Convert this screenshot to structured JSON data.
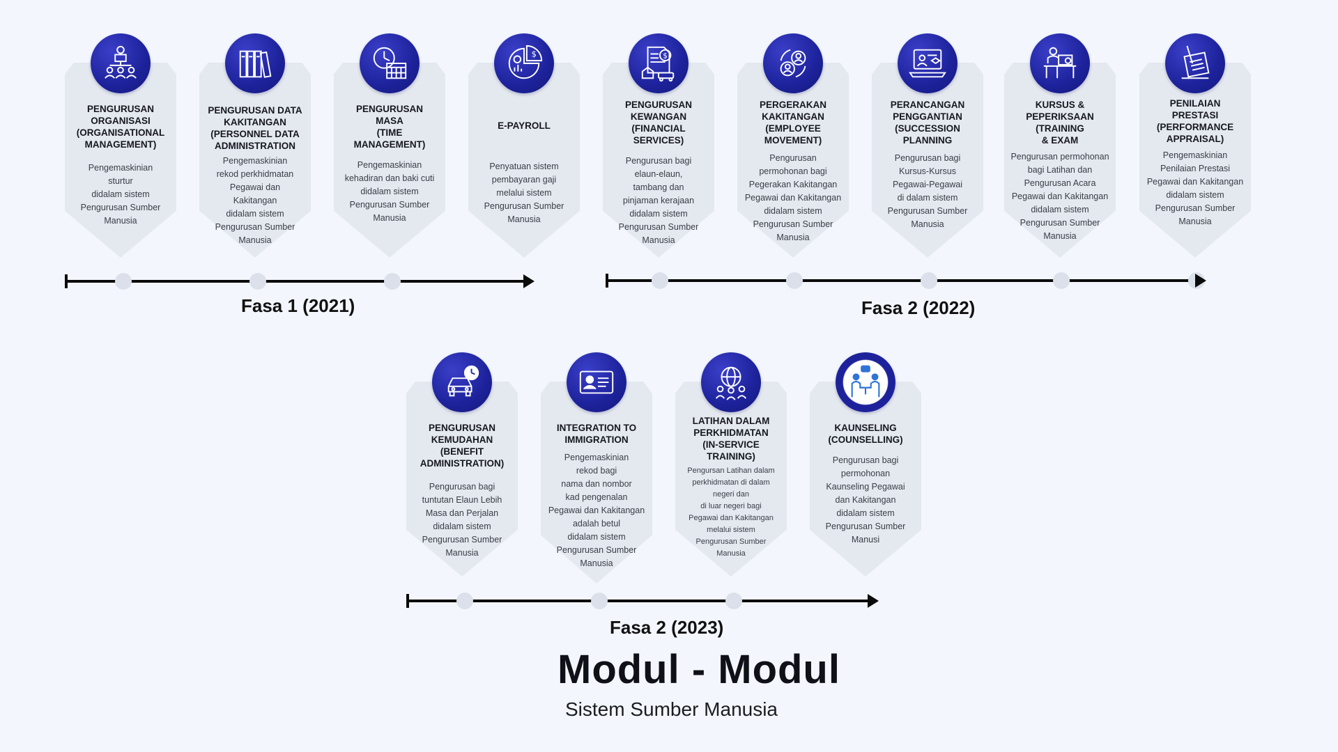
{
  "title": "Modul - Modul",
  "subtitle": "Sistem Sumber Manusia",
  "phases": [
    {
      "label": "Fasa 1 (2021)"
    },
    {
      "label": "Fasa 2 (2022)"
    },
    {
      "label": "Fasa 2 (2023)"
    }
  ],
  "modules": [
    {
      "icon": "organization-chart-icon",
      "title": "PENGURUSAN\nORGANISASI\n(ORGANISATIONAL\nMANAGEMENT)",
      "desc": "Pengemaskinian\nsturtur\ndidalam sistem\nPengurusan Sumber\nManusia"
    },
    {
      "icon": "binders-icon",
      "title": "PENGURUSAN DATA\nKAKITANGAN\n(PERSONNEL DATA\nADMINISTRATION",
      "desc": "Pengemaskinian\nrekod perkhidmatan\nPegawai dan\nKakitangan\ndidalam sistem\nPengurusan Sumber\nManusia"
    },
    {
      "icon": "clock-calendar-icon",
      "title": "PENGURUSAN\nMASA\n(TIME\nMANAGEMENT)",
      "desc": "Pengemaskinian\nkehadiran dan baki cuti\ndidalam sistem\nPengurusan Sumber\nManusia"
    },
    {
      "icon": "payroll-chart-icon",
      "title": "E-PAYROLL",
      "desc": "Penyatuan sistem\npembayaran gaji\nmelalui sistem\nPengurusan Sumber\nManusia"
    },
    {
      "icon": "finance-document-icon",
      "title": "PENGURUSAN\nKEWANGAN\n(FINANCIAL\nSERVICES)",
      "desc": "Pengurusan bagi\nelaun-elaun,\ntambang dan\npinjaman kerajaan\ndidalam sistem\nPengurusan Sumber\nManusia"
    },
    {
      "icon": "employee-exchange-icon",
      "title": "PERGERAKAN\nKAKITANGAN\n(EMPLOYEE\nMOVEMENT)",
      "desc": "Pengurusan\npermohonan bagi\nPegerakan Kakitangan\nPegawai dan Kakitangan\ndidalam sistem\nPengurusan Sumber\nManusia"
    },
    {
      "icon": "laptop-teacher-icon",
      "title": "PERANCANGAN\nPENGGANTIAN\n(SUCCESSION\nPLANNING",
      "desc": "Pengurusan bagi\nKursus-Kursus\nPegawai-Pegawai\ndi dalam sistem\nPengurusan Sumber\nManusia"
    },
    {
      "icon": "classroom-exam-icon",
      "title": "KURSUS &\nPEPERIKSAAN\n(TRAINING\n& EXAM",
      "desc": "Pengurusan permohonan\nbagi Latihan dan\nPengurusan Acara\nPegawai dan Kakitangan\ndidalam sistem\nPengurusan Sumber\nManusia"
    },
    {
      "icon": "appraisal-clipboard-icon",
      "title": "PENILAIAN\nPRESTASI\n(PERFORMANCE\nAPPRAISAL)",
      "desc": "Pengemaskinian\nPenilaian Prestasi\nPegawai dan Kakitangan\ndidalam sistem\nPengurusan Sumber\nManusia"
    },
    {
      "icon": "car-clock-icon",
      "title": "PENGURUSAN\nKEMUDAHAN\n(BENEFIT\nADMINISTRATION)",
      "desc": "Pengurusan bagi\ntuntutan Elaun Lebih\nMasa dan Perjalan\ndidalam sistem\nPengurusan Sumber\nManusia"
    },
    {
      "icon": "id-card-icon",
      "title": "INTEGRATION TO\nIMMIGRATION",
      "desc": "Pengemaskinian\nrekod bagi\nnama dan nombor\nkad pengenalan\nPegawai dan Kakitangan\nadalah betul\ndidalam sistem\nPengurusan Sumber\nManusia"
    },
    {
      "icon": "global-network-icon",
      "title": "LATIHAN DALAM\nPERKHIDMATAN\n(IN-SERVICE\nTRAINING)",
      "desc": "Pengursan Latihan dalam\nperkhidmatan di dalam\nnegeri dan\ndi luar negeri bagi\nPegawai dan Kakitangan\nmelalui sistem\nPengurusan Sumber\nManusia"
    },
    {
      "icon": "counselling-icon",
      "title": "KAUNSELING\n(COUNSELLING)",
      "desc": "Pengurusan bagi\npermohonan\nKaunseling Pegawai\ndan Kakitangan\ndidalam sistem\nPengurusan Sumber\nManusi"
    }
  ],
  "colors": {
    "icon_circle": "#1d229b",
    "card": "#e4e8ef",
    "background": "#f3f7fd"
  }
}
